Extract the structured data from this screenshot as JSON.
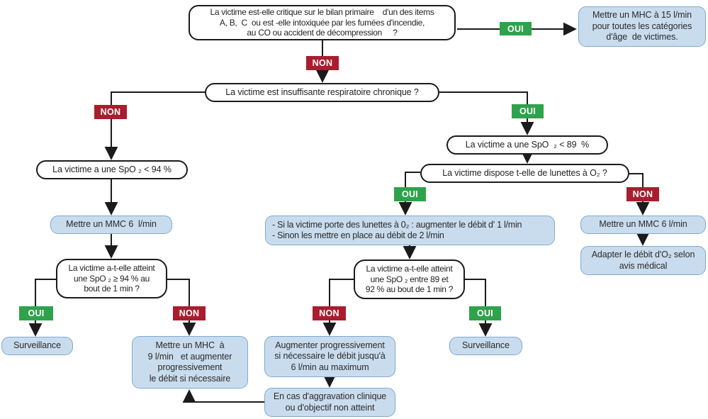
{
  "diagram": {
    "labels": {
      "yes": "OUI",
      "no": "NON"
    },
    "colors": {
      "yes_badge": "#2fa24c",
      "no_badge": "#a81e2f",
      "action_fill": "#c9dcee",
      "action_border": "#7ea9cf",
      "question_border": "#1b1b1b",
      "line": "#1b1b1b"
    },
    "questions": {
      "critical": "La victime est-elle critique sur le bilan primaire    d'un des items\nA, B,  C  ou est -elle intoxiquée par les fumées d'incendie,\nau CO ou accident de décompression     ?",
      "chronic": "La victime est insuffisante respiratoire chronique ?",
      "spo2_94": "La victime a une SpO ₂ < 94 %",
      "spo2_89": "La victime a une SpO  ₂ < 89  %",
      "lunettes": "La victime dispose t-elle de lunettes à O₂ ?",
      "atteint_94": "La victime a-t-elle atteint\nune SpO ₂ ≥ 94 % au\nbout de 1 min ?",
      "atteint_89_92": "La victime a-t-elle atteint\nune SpO ₂ entre 89 et\n92 % au bout de 1 min ?"
    },
    "actions": {
      "mhc15": "Mettre un MHC à 15 l/min\npour toutes les catégories\nd'âge  de victimes.",
      "mmc6_left": "Mettre un MMC 6  l/min",
      "surveillance_left": "Surveillance",
      "mhc9": "Mettre un MHC  à\n9 l/min   et augmenter\nprogressivement\nle débit si nécessaire",
      "lunettes_debit": "- Si la victime porte des lunettes à 0₂ : augmenter le débit d' 1 l/min\n- Sinon les mettre en place au débit de 2 l/min",
      "mmc6_right": "Mettre un MMC 6 l/min",
      "adapter_o2": "Adapter le débit d'O₂ selon\navis médical",
      "augmenter_6": "Augmenter progressivement\nsi nécessaire le débit jusqu'à\n6 l/min au maximum",
      "aggravation": "En cas d'aggravation clinique\nou d'objectif non atteint",
      "surveillance_right": "Surveillance"
    }
  }
}
